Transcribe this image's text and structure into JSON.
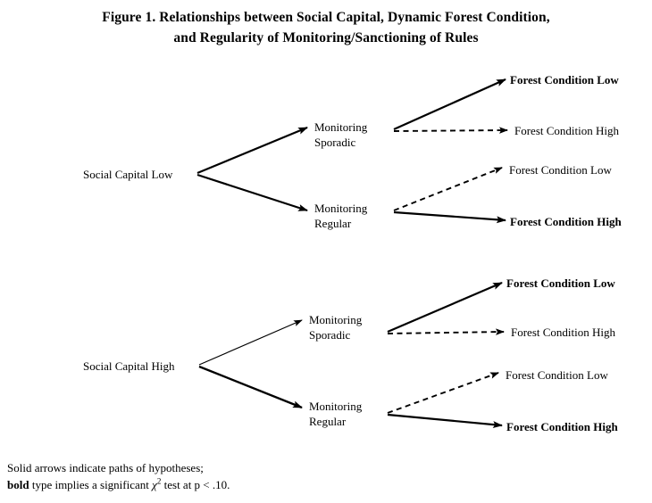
{
  "figure": {
    "title_line_1": "Figure 1. Relationships between Social Capital, Dynamic Forest Condition,",
    "title_line_2": "and Regularity of Monitoring/Sanctioning of Rules"
  },
  "nodes": {
    "social_capital_low": "Social Capital Low",
    "social_capital_high": "Social Capital High",
    "monitoring_sporadic_line1": "Monitoring",
    "monitoring_sporadic_line2": "Sporadic",
    "monitoring_regular_line1": "Monitoring",
    "monitoring_regular_line2": "Regular",
    "forest_condition_low": "Forest Condition Low",
    "forest_condition_high": "Forest Condition High"
  },
  "outcomes": [
    {
      "id": "o1",
      "label": "Forest Condition Low",
      "bold": true,
      "arrow": "solid",
      "from": "low-sporadic"
    },
    {
      "id": "o2",
      "label": "Forest Condition High",
      "bold": false,
      "arrow": "dashed",
      "from": "low-sporadic"
    },
    {
      "id": "o3",
      "label": "Forest Condition Low",
      "bold": false,
      "arrow": "dashed",
      "from": "low-regular"
    },
    {
      "id": "o4",
      "label": "Forest Condition High",
      "bold": true,
      "arrow": "solid",
      "from": "low-regular"
    },
    {
      "id": "o5",
      "label": "Forest Condition Low",
      "bold": true,
      "arrow": "solid",
      "from": "high-sporadic"
    },
    {
      "id": "o6",
      "label": "Forest Condition High",
      "bold": false,
      "arrow": "dashed",
      "from": "high-sporadic"
    },
    {
      "id": "o7",
      "label": "Forest Condition Low",
      "bold": false,
      "arrow": "dashed",
      "from": "high-regular"
    },
    {
      "id": "o8",
      "label": "Forest Condition High",
      "bold": true,
      "arrow": "solid",
      "from": "high-regular"
    }
  ],
  "edges": [
    {
      "id": "e1",
      "from": "Social Capital Low",
      "to": "Monitoring Sporadic",
      "style": "solid",
      "weight": "thick"
    },
    {
      "id": "e2",
      "from": "Social Capital Low",
      "to": "Monitoring Regular",
      "style": "solid",
      "weight": "thick"
    },
    {
      "id": "e3",
      "from": "Social Capital High",
      "to": "Monitoring Sporadic",
      "style": "solid",
      "weight": "thin"
    },
    {
      "id": "e4",
      "from": "Social Capital High",
      "to": "Monitoring Regular",
      "style": "solid",
      "weight": "thick"
    }
  ],
  "footnote": {
    "line_1": "Solid arrows indicate paths of hypotheses;",
    "line_2_bold": "bold",
    "line_2_mid": " type implies a significant ",
    "line_2_symbol": "χ",
    "line_2_sup": "2",
    "line_2_end": " test at p < .10."
  },
  "colors": {
    "ink": "#000000",
    "background": "#ffffff"
  }
}
